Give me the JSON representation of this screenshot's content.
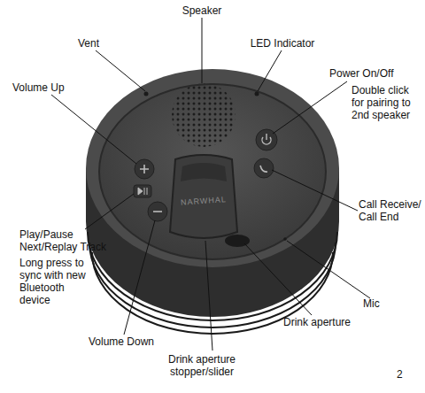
{
  "diagram": {
    "labels": [
      "Speaker",
      "Vent",
      "LED Indicator",
      "Power On/Off",
      "Double click for pairing to 2nd speaker",
      "Volume Up",
      "NARWHAL",
      "Call Receive/ Call End",
      "Play/Pause Next/Replay Track",
      "Long press to sync with new Bluetooth device",
      "Volume Down",
      "Mic",
      "Drink aperture",
      "Drink aperture stopper/slider",
      "2"
    ]
  }
}
